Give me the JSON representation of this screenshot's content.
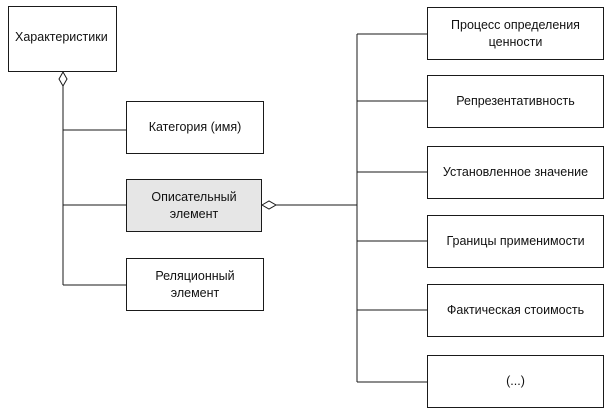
{
  "root": {
    "label": "Характеристики"
  },
  "middle": [
    {
      "label": "Категория (имя)",
      "shaded": false
    },
    {
      "label": "Описательный элемент",
      "shaded": true
    },
    {
      "label": "Реляционный элемент",
      "shaded": false
    }
  ],
  "right": [
    {
      "label": "Процесс определения ценности"
    },
    {
      "label": "Репрезентативность"
    },
    {
      "label": "Установленное значение"
    },
    {
      "label": "Границы применимости"
    },
    {
      "label": "Фактическая стоимость"
    },
    {
      "label": "(...)"
    }
  ],
  "colors": {
    "stroke": "#1a1a1a",
    "highlight_fill": "#e6e6e6"
  }
}
